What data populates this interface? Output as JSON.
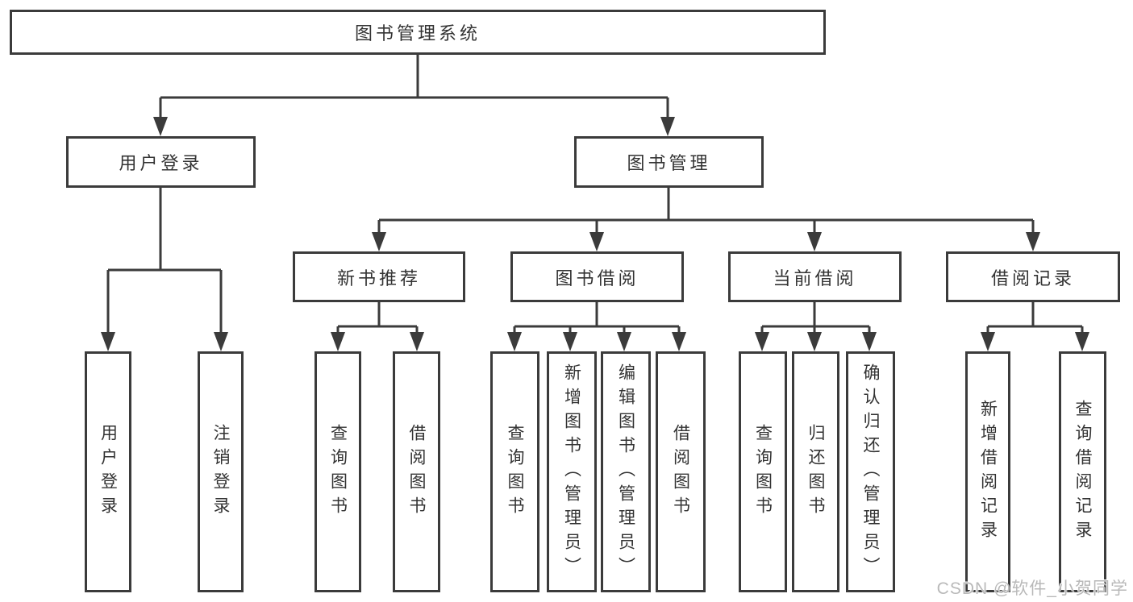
{
  "diagram": {
    "root": {
      "label": "图书管理系统"
    },
    "branches": [
      {
        "label": "用户登录",
        "children": [
          {
            "label": "用户登录"
          },
          {
            "label": "注销登录"
          }
        ]
      },
      {
        "label": "图书管理",
        "groups": [
          {
            "label": "新书推荐",
            "children": [
              {
                "label": "查询图书"
              },
              {
                "label": "借阅图书"
              }
            ]
          },
          {
            "label": "图书借阅",
            "children": [
              {
                "label": "查询图书"
              },
              {
                "label": "新增图书（管理员）"
              },
              {
                "label": "编辑图书（管理员）"
              },
              {
                "label": "借阅图书"
              }
            ]
          },
          {
            "label": "当前借阅",
            "children": [
              {
                "label": "查询图书"
              },
              {
                "label": "归还图书"
              },
              {
                "label": "确认归还（管理员）"
              }
            ]
          },
          {
            "label": "借阅记录",
            "children": [
              {
                "label": "新增借阅记录"
              },
              {
                "label": "查询借阅记录"
              }
            ]
          }
        ]
      }
    ]
  },
  "watermark": {
    "text": "CSDN @软件_小贺同学"
  },
  "colors": {
    "line": "#3b3b3b",
    "box_border": "#3b3b3b",
    "text": "#333333",
    "watermark": "#b9b9b9",
    "background": "#ffffff"
  }
}
